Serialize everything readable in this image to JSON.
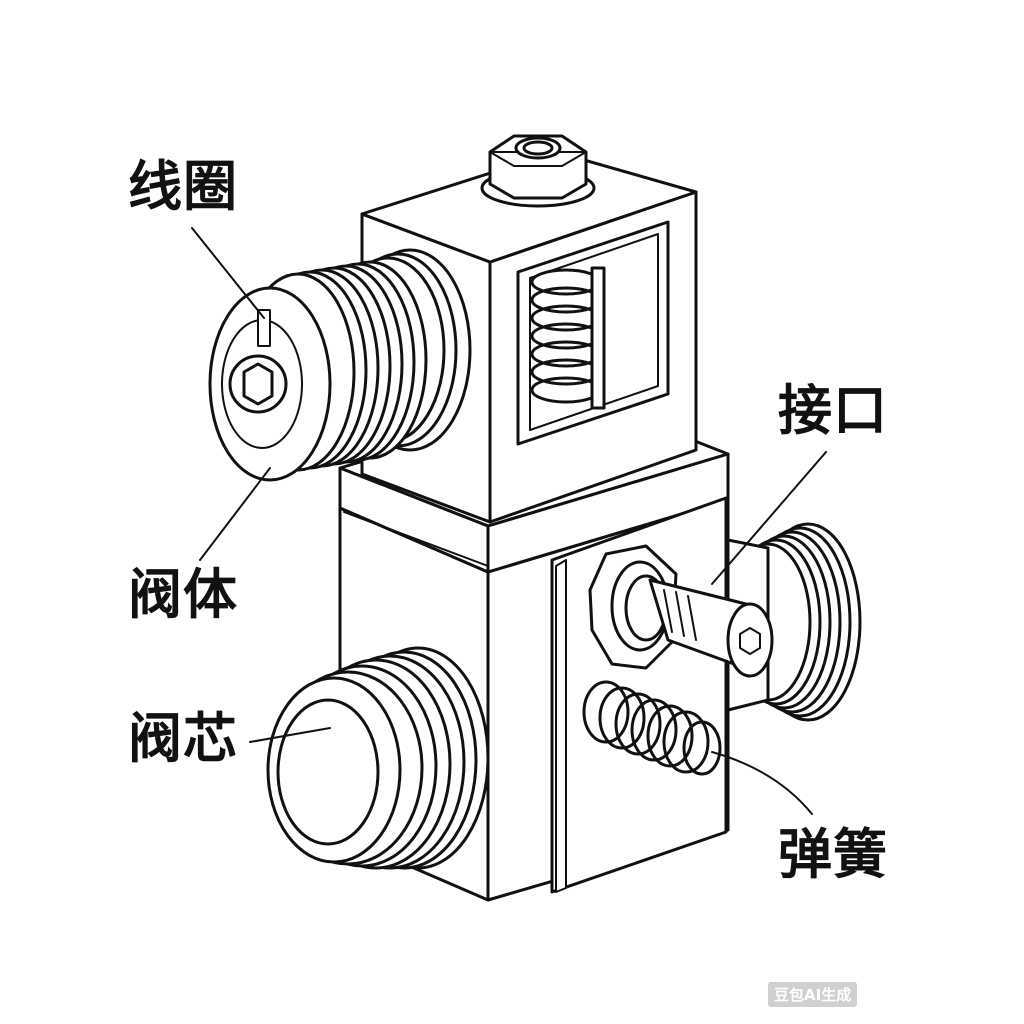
{
  "labels": {
    "coil": "线圈",
    "valve_body": "阀体",
    "valve_core": "阀芯",
    "port": "接口",
    "spring": "弹簧"
  },
  "watermark": "豆包AI生成",
  "colors": {
    "line": "#111111",
    "background": "#ffffff"
  }
}
